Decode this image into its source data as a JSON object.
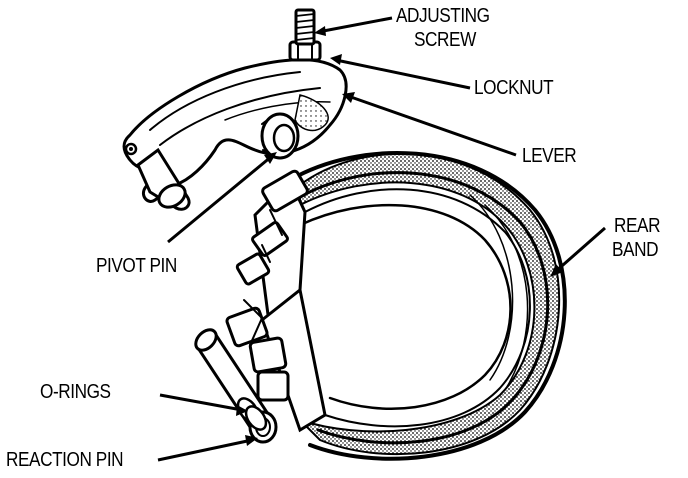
{
  "labels": {
    "adjusting_screw_line1": "ADJUSTING",
    "adjusting_screw_line2": "SCREW",
    "locknut": "LOCKNUT",
    "lever": "LEVER",
    "pivot_pin": "PIVOT PIN",
    "rear_band_line1": "REAR",
    "rear_band_line2": "BAND",
    "o_rings": "O-RINGS",
    "reaction_pin": "REACTION PIN"
  },
  "colors": {
    "ink": "#000000",
    "background": "#ffffff"
  }
}
